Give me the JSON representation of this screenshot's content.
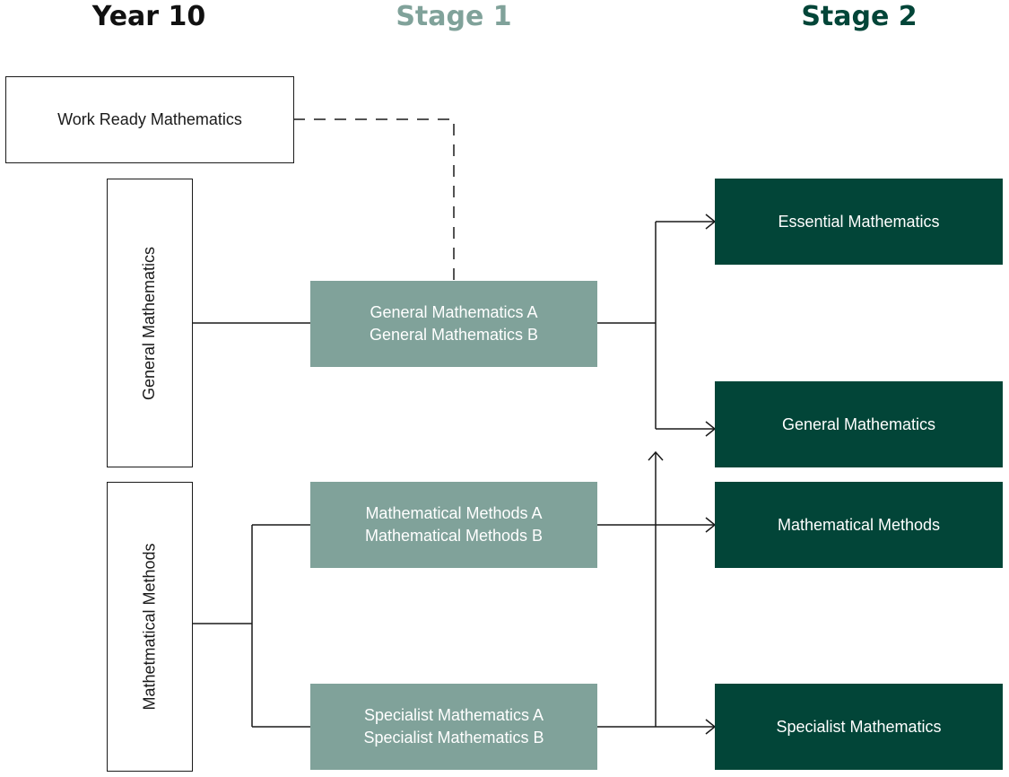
{
  "headers": {
    "year10": "Year 10",
    "stage1": "Stage 1",
    "stage2": "Stage 2"
  },
  "year10_courses": {
    "work_ready": "Work Ready Mathematics",
    "general": "General Mathematics",
    "methods": "Mathetmatical Methods"
  },
  "stage1_courses": {
    "general": {
      "line1": "General Mathematics A",
      "line2": "General Mathematics B"
    },
    "methods": {
      "line1": "Mathematical Methods A",
      "line2": "Mathematical Methods B"
    },
    "specialist": {
      "line1": "Specialist Mathematics A",
      "line2": "Specialist Mathematics B"
    }
  },
  "stage2_courses": {
    "essential": "Essential Mathematics",
    "general": "General Mathematics",
    "methods": "Mathematical Methods",
    "specialist": "Specialist Mathematics"
  },
  "colors": {
    "header_year10": "#111111",
    "header_stage1": "#80a29a",
    "header_stage2": "#024538",
    "stage1_fill": "#80a29a",
    "stage2_fill": "#024538",
    "line": "#1a1a1a"
  }
}
